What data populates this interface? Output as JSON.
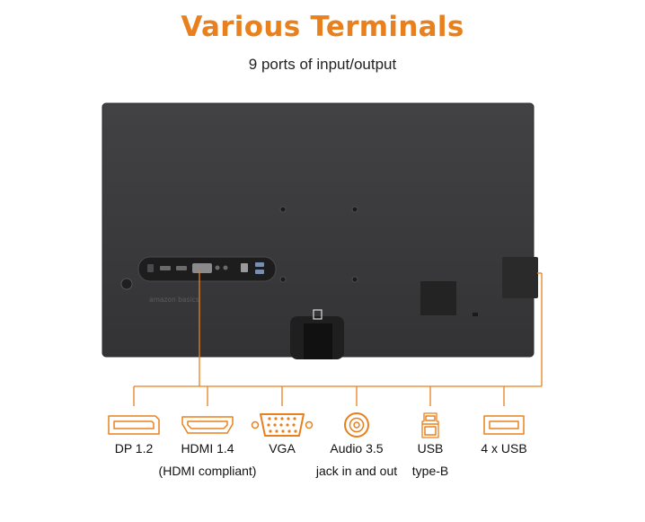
{
  "header": {
    "title": "Various Terminals",
    "subtitle": "9 ports of input/output"
  },
  "monitor": {
    "logo_text": "amazon basics"
  },
  "ports": [
    {
      "id": "dp",
      "icon": "displayport-icon",
      "label_line1": "DP 1.2",
      "label_line2": ""
    },
    {
      "id": "hdmi",
      "icon": "hdmi-icon",
      "label_line1": "HDMI 1.4",
      "label_line2": "(HDMI compliant)"
    },
    {
      "id": "vga",
      "icon": "vga-icon",
      "label_line1": "VGA",
      "label_line2": ""
    },
    {
      "id": "audio",
      "icon": "audio-jack-icon",
      "label_line1": "Audio 3.5",
      "label_line2": "jack in and out"
    },
    {
      "id": "usb-b",
      "icon": "usb-type-b-icon",
      "label_line1": "USB",
      "label_line2": "type-B"
    },
    {
      "id": "usb-a",
      "icon": "usb-a-icon",
      "label_line1": "4 x USB",
      "label_line2": ""
    }
  ],
  "colors": {
    "accent": "#E8801E",
    "monitor_body": "#3a3a3c",
    "monitor_edge": "#2a2a2b",
    "icon_stroke": "#E8801E"
  }
}
